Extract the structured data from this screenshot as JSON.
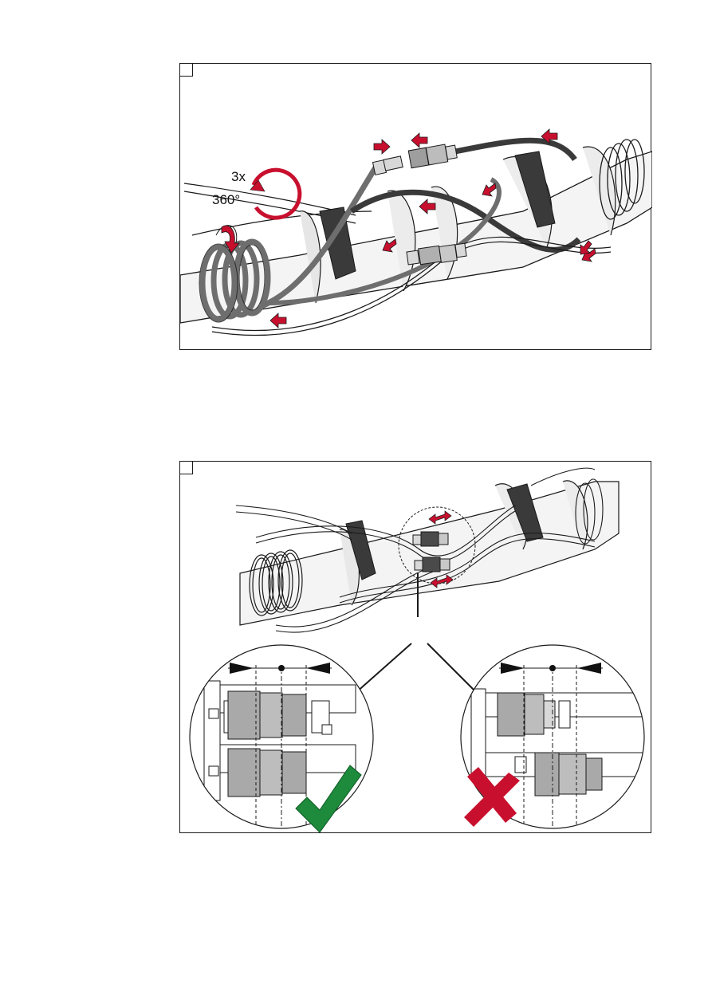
{
  "figure_1": {
    "rotation": {
      "count_label": "3x",
      "angle_label": "360°"
    },
    "colors": {
      "arrow": "#c8102e",
      "hose_dark": "#3a3a3a",
      "hose_mid": "#6e6e6e",
      "outline": "#1a1a1a",
      "fill_light": "#f2f2f2"
    }
  },
  "figure_2": {
    "colors": {
      "check": "#1e8a3c",
      "cross": "#c8102e",
      "arrow": "#c8102e",
      "coupling": "#a9a9a9"
    },
    "status": {
      "correct": "check-mark",
      "incorrect": "cross-mark"
    }
  }
}
